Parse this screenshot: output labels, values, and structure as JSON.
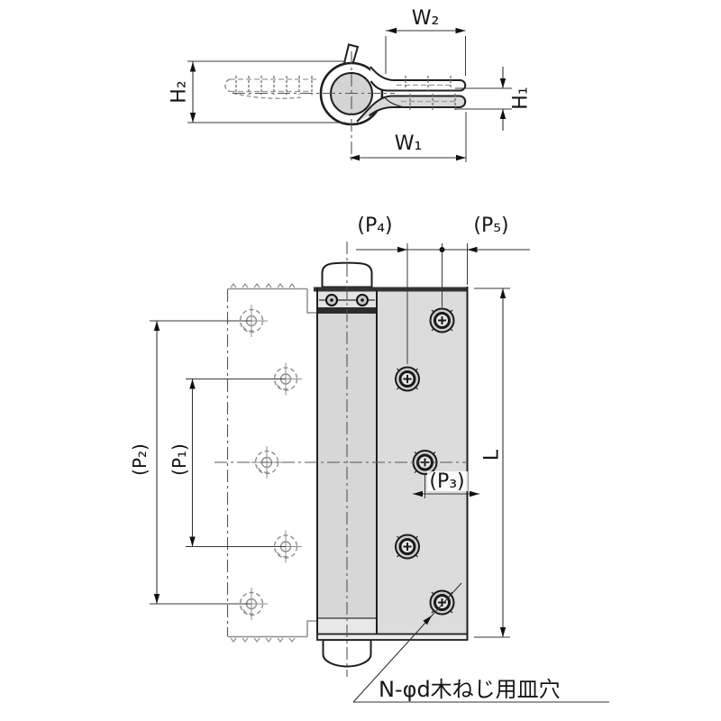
{
  "drawing": {
    "title_semantic": "spring-hinge-dimension-drawing",
    "colors": {
      "ink": "#1f1f1f",
      "metal_fill": "#d9d9d9",
      "metal_fill_dark": "#d4d4d4",
      "bracket_fill": "#e4e4e4",
      "band_dark": "#2c2c2c",
      "ghost": "#8f8f8f",
      "background": "#ffffff"
    },
    "top_view": {
      "dim_w2": "W₂",
      "dim_h2": "H₂",
      "dim_h1": "H₁",
      "dim_w1": "W₁"
    },
    "front_view": {
      "dim_p4": "(P₄)",
      "dim_p5": "(P₅)",
      "dim_p2": "(P₂)",
      "dim_p1": "(P₁)",
      "dim_p3": "(P₃)",
      "dim_l": "L",
      "note": "N-φd木ねじ用皿穴"
    }
  }
}
